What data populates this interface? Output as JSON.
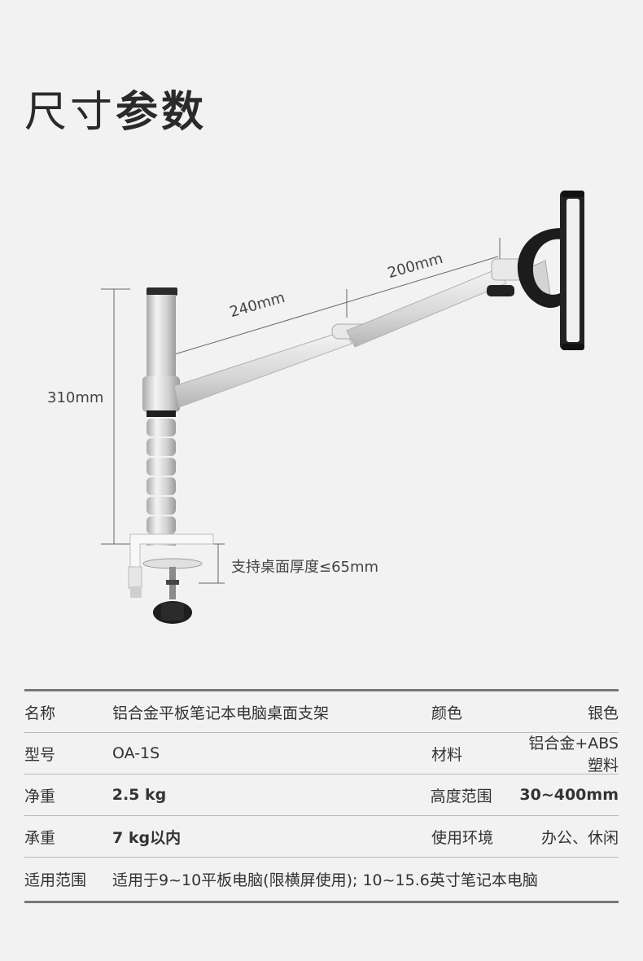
{
  "title": {
    "light": "尺寸",
    "bold": "参数"
  },
  "dimensions": {
    "height": "310mm",
    "arm1": "240mm",
    "arm2": "200mm",
    "clamp": "支持桌面厚度≤65mm"
  },
  "colors": {
    "background": "#f2f2f2",
    "text": "#333333",
    "rule": "#777777",
    "aluminum": "#d8d8d8",
    "dark": "#222222"
  },
  "specs": {
    "rows": [
      {
        "k": "名称",
        "v": "铝合金平板笔记本电脑桌面支架",
        "k2": "颜色",
        "v2": "银色"
      },
      {
        "k": "型号",
        "v": "OA-1S",
        "k2": "材料",
        "v2": "铝合金+ABS塑料"
      },
      {
        "k": "净重",
        "v": "2.5 kg",
        "k2": "高度范围",
        "v2": "30~400mm"
      },
      {
        "k": "承重",
        "v": "7 kg以内",
        "k2": "使用环境",
        "v2": "办公、休闲"
      },
      {
        "k": "适用范围",
        "v": "适用于9~10平板电脑(限横屏使用); 10~15.6英寸笔记本电脑"
      }
    ]
  }
}
